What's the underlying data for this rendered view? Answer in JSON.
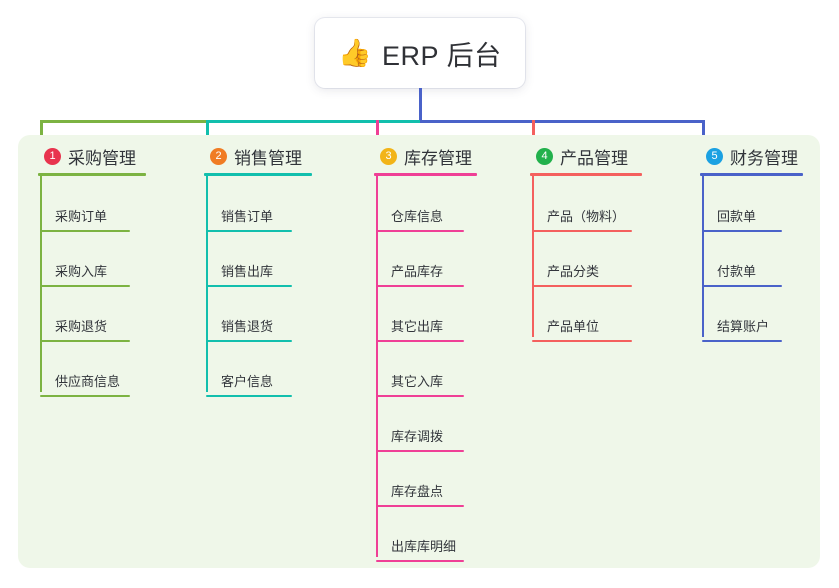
{
  "diagram": {
    "title": "ERP 后台",
    "root_icon": "thumbs-up-icon",
    "root_emoji": "👍",
    "panel_background": "#eff7e9",
    "columns": [
      {
        "index": "1",
        "title": "采购管理",
        "badge_color": "#e8344e",
        "line_color": "#7cb342",
        "connector_color": "#7cb342",
        "items": [
          "采购订单",
          "采购入库",
          "采购退货",
          "供应商信息"
        ]
      },
      {
        "index": "2",
        "title": "销售管理",
        "badge_color": "#f07c24",
        "line_color": "#12bfad",
        "connector_color": "#12bfad",
        "items": [
          "销售订单",
          "销售出库",
          "销售退货",
          "客户信息"
        ]
      },
      {
        "index": "3",
        "title": "库存管理",
        "badge_color": "#f2b418",
        "line_color": "#ef3f96",
        "connector_color": "#ef3f96",
        "items": [
          "仓库信息",
          "产品库存",
          "其它出库",
          "其它入库",
          "库存调拨",
          "库存盘点",
          "出库库明细"
        ]
      },
      {
        "index": "4",
        "title": "产品管理",
        "badge_color": "#22b14c",
        "line_color": "#f4605e",
        "connector_color": "#f4605e",
        "items": [
          "产品（物料）",
          "产品分类",
          "产品单位"
        ]
      },
      {
        "index": "5",
        "title": "财务管理",
        "badge_color": "#1ba1e2",
        "line_color": "#4a62c9",
        "connector_color": "#4a62c9",
        "items": [
          "回款单",
          "付款单",
          "结算账户"
        ]
      }
    ],
    "trunk_color_left": "#12bfad",
    "trunk_color_right": "#4a62c9",
    "root_stem_color": "#4a62c9"
  }
}
